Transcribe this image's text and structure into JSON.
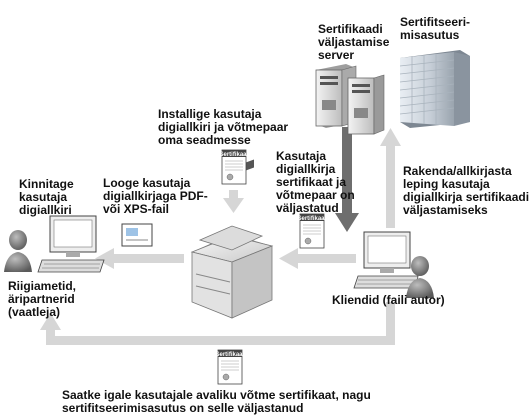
{
  "labels": {
    "ca": "Sertifitseeri-\nmisasutus",
    "server": "Sertifikaadi\nväljastamise\nserver",
    "install": "Installige kasutaja\ndigiallkiri ja võtmepaar\noma seadmesse",
    "issued": "Kasutaja\ndigiallkirja\nsertifikaat ja\nvõtmepaar on\nväljastatud",
    "apply": "Rakenda/allkirjasta\nleping kasutaja\ndigiallkirja sertifikaadi\nväljastamiseks",
    "confirm": "Kinnitage\nkasutaja\ndigiallkiri",
    "create": "Looge kasutaja\ndigiallkirjaga PDF-\nvõi XPS-fail",
    "viewers": "Riigiametid,\näripartnerid\n(vaatleja)",
    "clients": "Kliendid (faili autor)",
    "send": "Saatke igale kasutajale avaliku võtme sertifikaat, nagu\nsertifitseerimisasutus on selle väljastanud"
  },
  "certificate": {
    "title": "Sertifikaat"
  },
  "colors": {
    "arrow_light": "#d6d6d6",
    "arrow_dark": "#6e6e6e",
    "text": "#111111"
  }
}
